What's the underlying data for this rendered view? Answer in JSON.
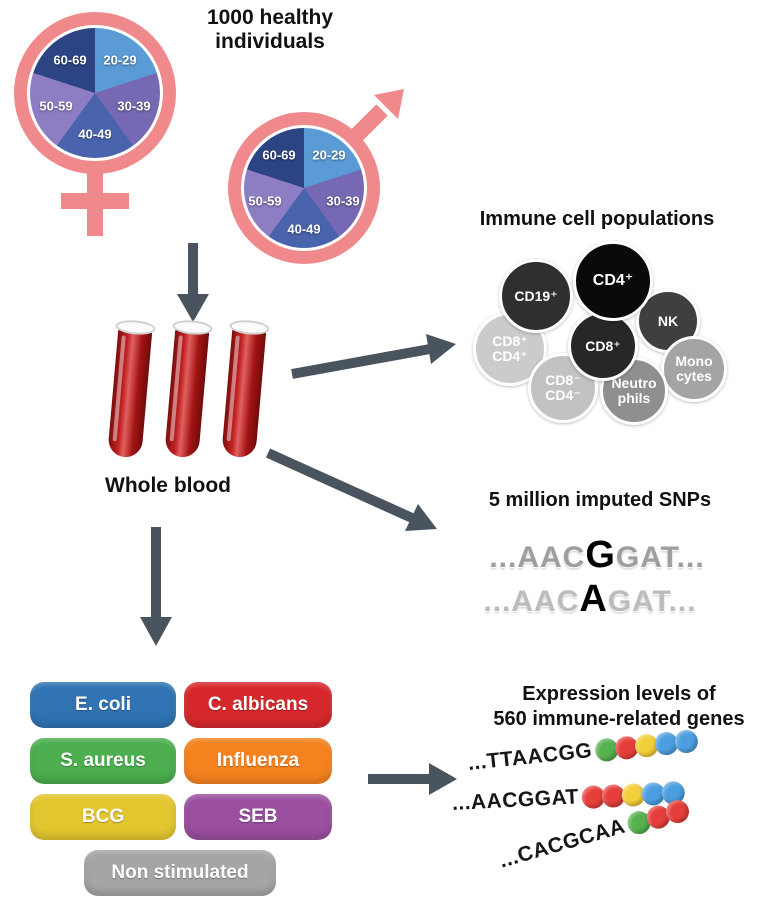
{
  "demographics": {
    "title_line1": "1000 healthy",
    "title_line2": "individuals",
    "age_groups": [
      {
        "label": "20-29",
        "color": "#5b9bd5"
      },
      {
        "label": "30-39",
        "color": "#7668b2"
      },
      {
        "label": "40-49",
        "color": "#4a63ad"
      },
      {
        "label": "50-59",
        "color": "#8d7ec4"
      },
      {
        "label": "60-69",
        "color": "#2d4484"
      }
    ],
    "symbol_color": "#f0898c"
  },
  "blood": {
    "label": "Whole blood"
  },
  "immune_cells": {
    "title": "Immune cell populations",
    "cells": [
      {
        "label": "CD19⁺",
        "color": "#2f2f2f"
      },
      {
        "label": "CD4⁺",
        "color": "#0a0a0a"
      },
      {
        "label": "NK",
        "color": "#3f3f3f"
      },
      {
        "label": "CD8⁺",
        "color": "#272727"
      },
      {
        "label": "CD8⁺\nCD4⁺",
        "color": "#cbcbcb"
      },
      {
        "label": "CD8⁻\nCD4⁻",
        "color": "#c2c2c2"
      },
      {
        "label": "Neutro\nphils",
        "color": "#8f8f8f"
      },
      {
        "label": "Mono\ncytes",
        "color": "#a4a4a4"
      }
    ]
  },
  "snps": {
    "title": "5 million imputed SNPs",
    "sequences": [
      {
        "pre": "...AAC",
        "variant": "G",
        "post": "GAT..."
      },
      {
        "pre": "...AAC",
        "variant": "A",
        "post": "GAT..."
      }
    ]
  },
  "stimuli": [
    {
      "label": "E. coli",
      "color": "#2f73b2"
    },
    {
      "label": "C. albicans",
      "color": "#d6282c"
    },
    {
      "label": "S. aureus",
      "color": "#4cae4f"
    },
    {
      "label": "Influenza",
      "color": "#f5821f"
    },
    {
      "label": "BCG",
      "color": "#e2c62f"
    },
    {
      "label": "SEB",
      "color": "#9a4f9f"
    },
    {
      "label": "Non stimulated",
      "color": "#a5a5a5"
    }
  ],
  "expression": {
    "title_line1": "Expression levels of",
    "title_line2": "560 immune-related genes",
    "rows": [
      {
        "sequence": "...TTAACGG",
        "beads": [
          "#56b14e",
          "#e63f3b",
          "#f3cf3b",
          "#4b9fe0",
          "#4b9fe0"
        ]
      },
      {
        "sequence": "...AACGGAT",
        "beads": [
          "#e63f3b",
          "#e63f3b",
          "#f3cf3b",
          "#4b9fe0",
          "#4b9fe0"
        ]
      },
      {
        "sequence": "...CACGCAA",
        "beads": [
          "#56b14e",
          "#e63f3b",
          "#e63f3b"
        ]
      }
    ]
  }
}
